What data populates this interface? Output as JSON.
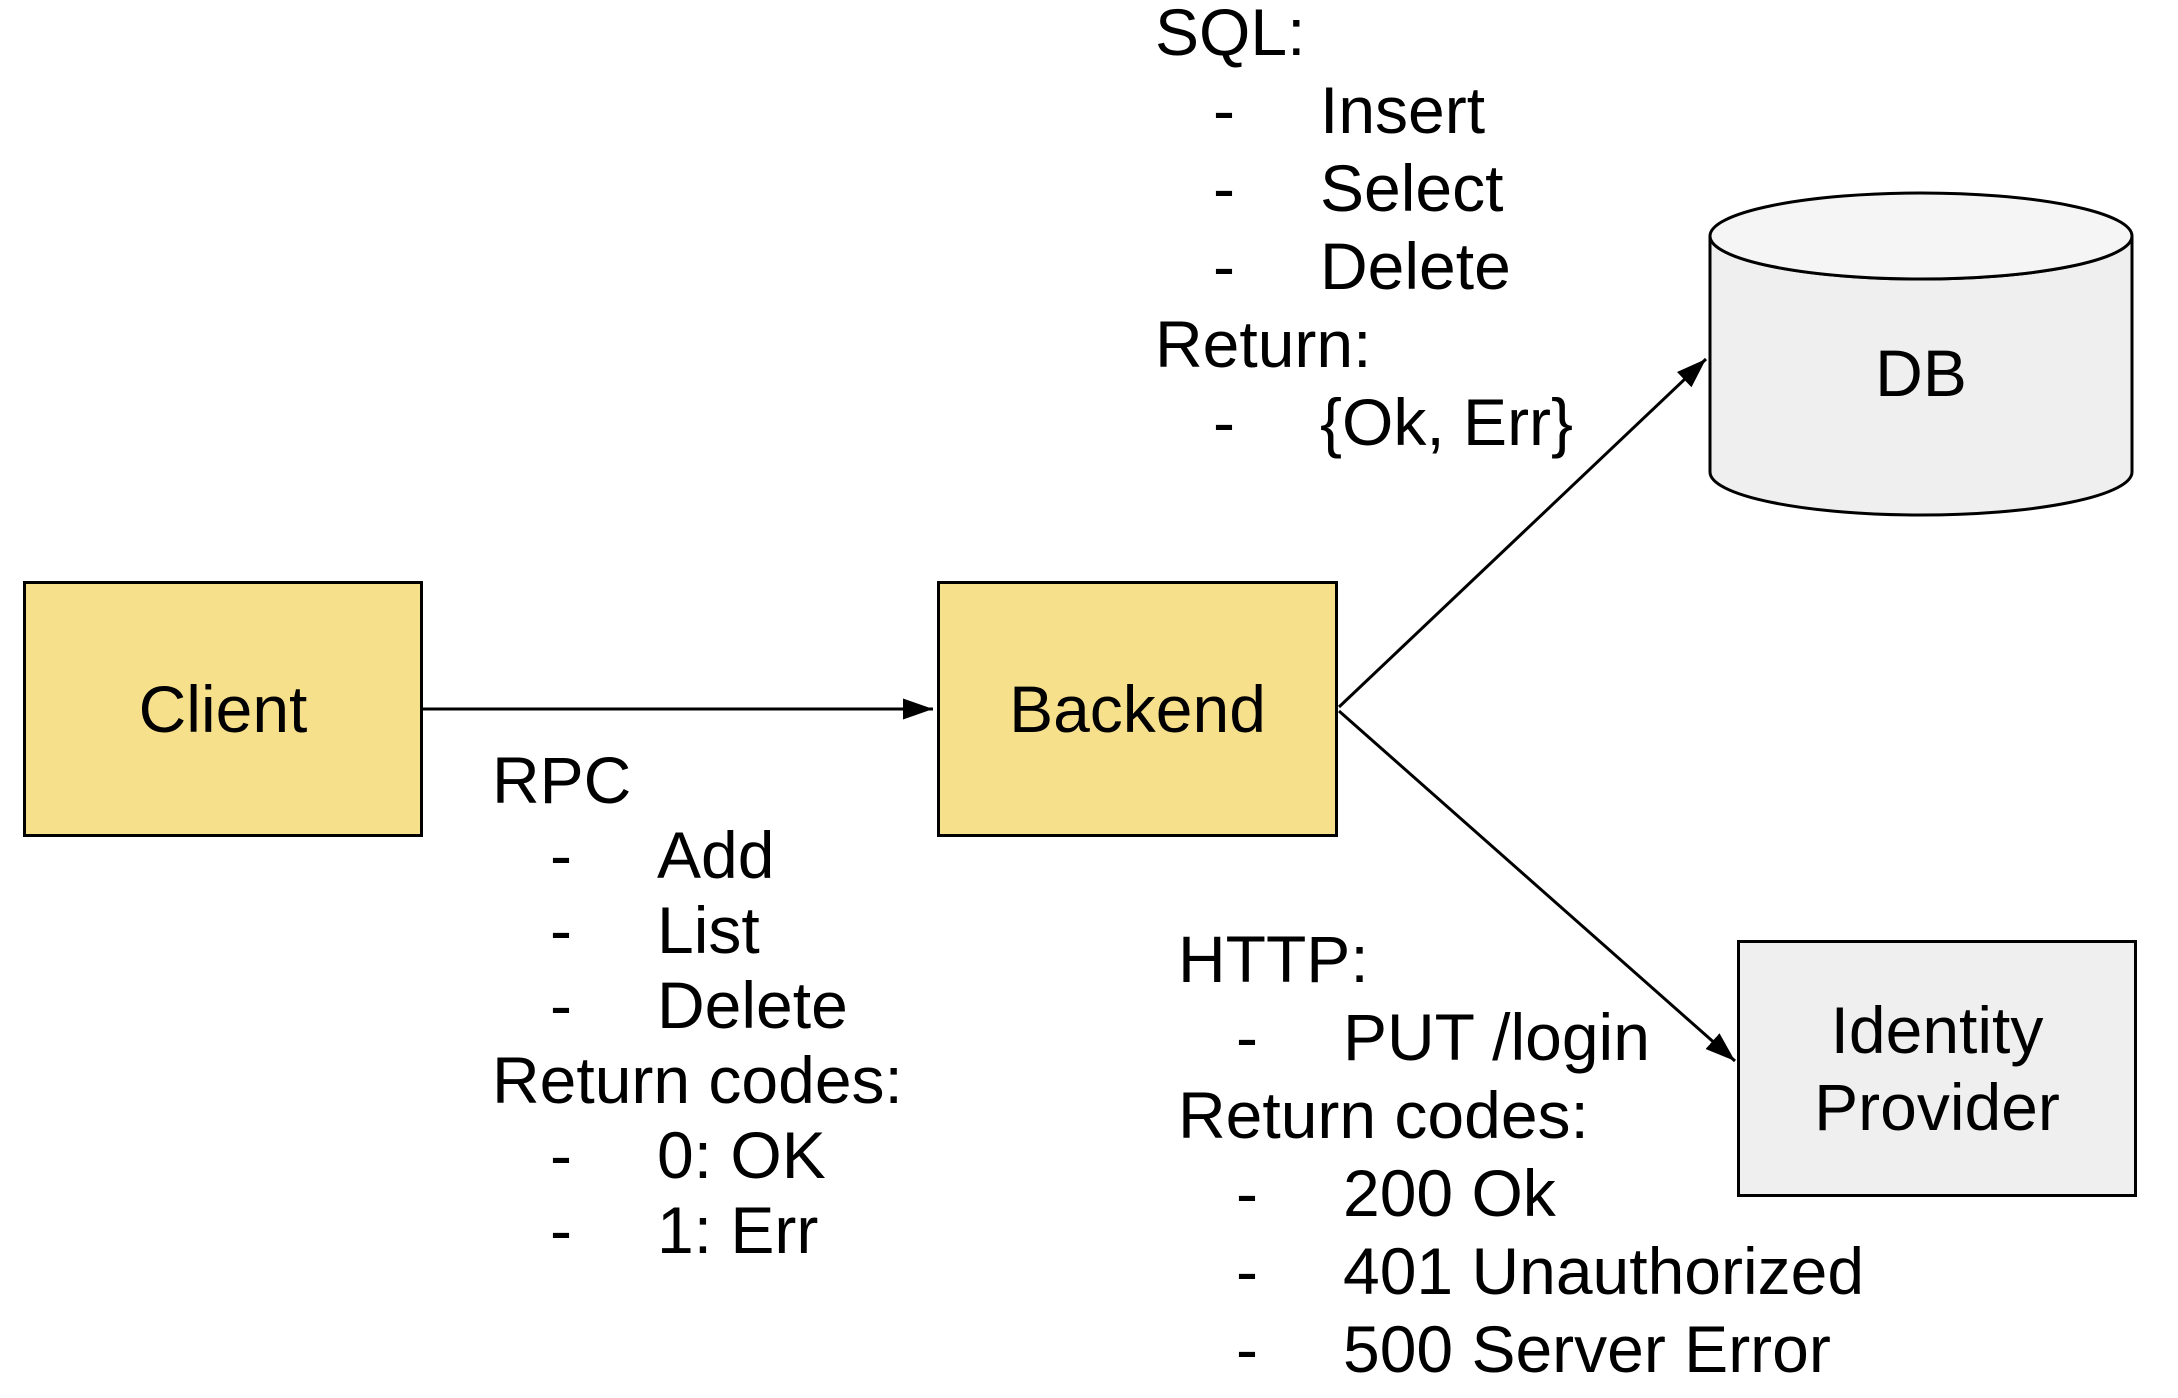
{
  "colors": {
    "background": "#ffffff",
    "ink": "#000000",
    "node_yellow": "#f7e08c",
    "node_gray": "#efefef",
    "cylinder_top": "#f5f5f5"
  },
  "bullet_char": "-",
  "nodes": {
    "client": {
      "label": "Client",
      "shape": "rectangle"
    },
    "backend": {
      "label": "Backend",
      "shape": "rectangle"
    },
    "db": {
      "label": "DB",
      "shape": "cylinder"
    },
    "identity_provider": {
      "label_lines": [
        "Identity",
        "Provider"
      ],
      "shape": "rectangle"
    }
  },
  "edges": [
    {
      "from": "client",
      "to": "backend",
      "annotation": "rpc"
    },
    {
      "from": "backend",
      "to": "db",
      "annotation": "sql"
    },
    {
      "from": "backend",
      "to": "identity_provider",
      "annotation": "http"
    }
  ],
  "annotations": {
    "sql": {
      "lines": [
        {
          "text": "SQL:",
          "bullet": false
        },
        {
          "text": "Insert",
          "bullet": true
        },
        {
          "text": "Select",
          "bullet": true
        },
        {
          "text": "Delete",
          "bullet": true
        },
        {
          "text": "Return:",
          "bullet": false
        },
        {
          "text": "{Ok, Err}",
          "bullet": true
        }
      ]
    },
    "rpc": {
      "lines": [
        {
          "text": "RPC",
          "bullet": false
        },
        {
          "text": "Add",
          "bullet": true
        },
        {
          "text": "List",
          "bullet": true
        },
        {
          "text": "Delete",
          "bullet": true
        },
        {
          "text": "Return codes:",
          "bullet": false
        },
        {
          "text": "0: OK",
          "bullet": true
        },
        {
          "text": "1: Err",
          "bullet": true
        }
      ]
    },
    "http": {
      "lines": [
        {
          "text": "HTTP:",
          "bullet": false
        },
        {
          "text": "PUT /login",
          "bullet": true
        },
        {
          "text": "Return codes:",
          "bullet": false
        },
        {
          "text": "200 Ok",
          "bullet": true
        },
        {
          "text": "401 Unauthorized",
          "bullet": true
        },
        {
          "text": "500 Server Error",
          "bullet": true
        }
      ]
    }
  }
}
